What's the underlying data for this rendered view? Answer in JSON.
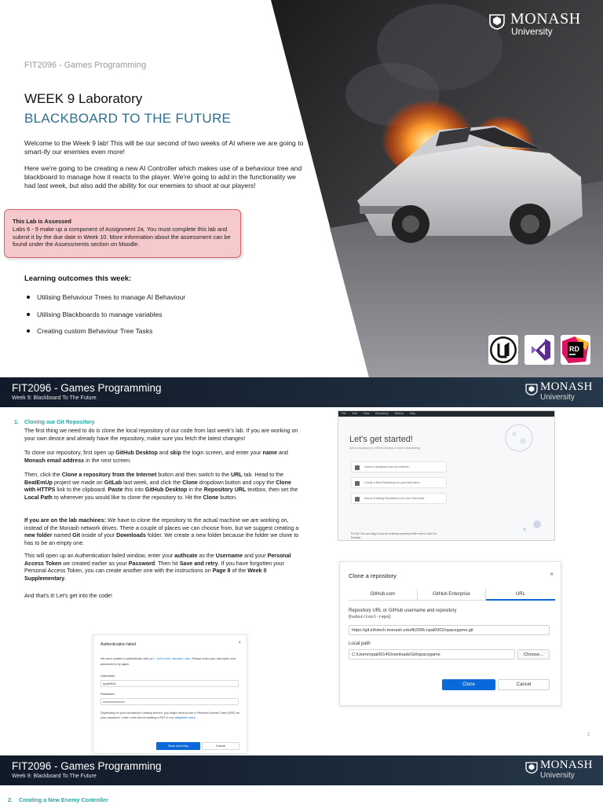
{
  "page1": {
    "course": "FIT2096 - Games Programming",
    "week_title": "WEEK 9 Laboratory",
    "subtitle": "BLACKBOARD TO THE FUTURE",
    "intro1": "Welcome to the Week 9 lab! This will be our second of two weeks of AI where we are going to smart-ify our enemies even more!",
    "intro2": "Here we're going to be creating a new AI Controller which makes use of a behaviour tree and blackboard to manage how it reacts to the player. We're going to add in the functionality we had last week, but also add the ability for our enemies to shoot at our players!",
    "assessed_title": "This Lab is Assessed",
    "assessed_body": "Labs 6 - 9 make up a component of Assignment 2a. You must complete this lab and submit it by the due date in Week 10. More information about the assessment can be found under the Assessments section on Moodle.",
    "outcomes_title": "Learning outcomes this week:",
    "outcomes": [
      "Utilising Behaviour Trees to manage AI Behaviour",
      "Utilising Blackboards to manage variables",
      "Creating custom Behaviour Tree Tasks"
    ],
    "tools": [
      "unreal-engine-icon",
      "visual-studio-icon",
      "rider-icon"
    ],
    "tool_rider_label": "RD"
  },
  "logo": {
    "name": "MONASH",
    "sub": "University"
  },
  "header": {
    "title": "FIT2096 - Games Programming",
    "subtitle": "Week 9: Blackboard To The Future"
  },
  "page2": {
    "step1_num": "1.",
    "step1_title": "Cloning our Git Repository",
    "para1": "The first thing we need to do is clone the local repository of our code from last week's lab. If you are working on your own device and already have the repository, make sure you fetch the latest changes!",
    "para2": {
      "t1": "To clone our repository, first open up ",
      "b1": "GitHub Desktop",
      "t2": " and ",
      "b2": "skip",
      "t3": " the login screen, and enter your ",
      "b3": "name",
      "t4": " and ",
      "b4": "Monash email address",
      "t5": " in the next screen."
    },
    "para3": {
      "t1": "Then, click the ",
      "b1": "Clone a repository from the Internet",
      "t2": " button and then switch to the ",
      "b2": "URL",
      "t3": " tab. Head to the ",
      "b3": "BeatEmUp",
      "t4": " project we made on ",
      "b4": "GitLab",
      "t5": " last week, and click the ",
      "b5": "Clone",
      "t6": " dropdown button and copy the ",
      "b6": "Clone with HTTPS",
      "t7": " link to the clipboard. ",
      "b7": "Paste",
      "t8": " this into ",
      "b8": "GitHub Desktop",
      "t9": " in the ",
      "b9": "Repository URL",
      "t10": " textbox, then set the ",
      "b10": "Local Path",
      "t11": " to wherever you would like to clone the repository to. Hit the ",
      "b11": "Clone",
      "t12": " button."
    },
    "para4": {
      "b1": "If you are on the lab machines:",
      "t1": " We have to clone the repository to the actual machine we are working on, instead of the Monash network drives. There a couple of places we can choose from, but we suggest creating a ",
      "b2": "new folder",
      "t2": " named ",
      "b3": "Git",
      "t3": " inside of your ",
      "b4": "Downloads",
      "t4": " folder. We create a new folder because the folder we clone to has to be an empty one."
    },
    "para5": {
      "t1": "This will open up an Authentication failed window, enter your ",
      "b1": "authcate",
      "t2": " as the ",
      "b2": "Username",
      "t3": " and your ",
      "b3": "Personal Access Token",
      "t4": " we created earlier as your ",
      "b4": "Password",
      "t5": ". Then hit ",
      "b5": "Save and retry",
      "t6": ". If you have forgotten your Personal Access Token, you can create another one with the instructions on ",
      "b6": "Page 8",
      "t7": " of the ",
      "b7": "Week 0 Supplementary",
      "t8": "."
    },
    "para6": "And that's it! Let's get into the code!",
    "page_number": "2"
  },
  "github_desktop": {
    "menu": [
      "File",
      "Edit",
      "View",
      "Repository",
      "Branch",
      "Help"
    ],
    "title": "Let's get started!",
    "subtitle": "Add a repository to GitHub Desktop to start collaborating",
    "buttons": [
      "Clone a repository from the Internet...",
      "Create a New Repository on your hard drive...",
      "Add an Existing Repository from your hard drive..."
    ],
    "tip": "ProTip! You can drag & drop an existing repository folder here to add it to Desktop"
  },
  "clone_dialog": {
    "title": "Clone a repository",
    "close": "×",
    "tabs": [
      "GitHub.com",
      "GitHub Enterprise",
      "URL"
    ],
    "url_label": "Repository URL or GitHub username and repository",
    "url_hint": "hubot/cool-repo",
    "url_value": "https://git.infotech.monash.edu/fit2096-npal0002/spacegame.git",
    "path_label": "Local path",
    "path_value": "C:\\Users\\npal0014\\Downloads\\Git\\spacegame",
    "choose": "Choose...",
    "clone": "Clone",
    "cancel": "Cancel"
  },
  "auth_dialog": {
    "title": "Authentication failed",
    "close": "×",
    "msg1": "We were unable to authenticate with ",
    "msg_link": "git.infotech.monash.edu",
    "msg2": ". Please enter your username and password to try again.",
    "username_label": "Username",
    "username_value": "npal0014",
    "password_label": "Password",
    "password_value": "••••••••••••••••••••",
    "note1": "Depending on your repository's hosting service, you might need to use a Personal Access Token (PAT) as your password. Learn more about creating a PAT in our ",
    "note_link": "integration docs",
    "note2": ".",
    "save": "Save and retry",
    "cancel": "Cancel"
  },
  "page3": {
    "step2_num": "2.",
    "step2_title": "Creating a New Enemy Controller"
  },
  "colors": {
    "accent": "#2e6f8e",
    "teal": "#2aa6a0",
    "header_bg": "#111a28",
    "assessed_bg": "#f6c9cc",
    "assessed_border": "#d9656e",
    "button_blue": "#0969da"
  }
}
